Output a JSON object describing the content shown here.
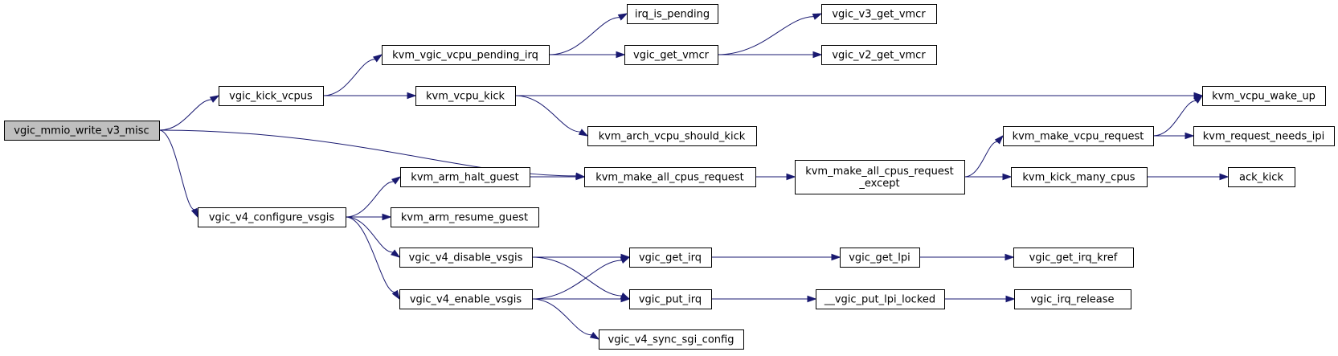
{
  "graph": {
    "colors": {
      "edge": "#191970",
      "node_border": "#000000",
      "node_fill": "#ffffff",
      "root_fill": "#bfbfbf",
      "text": "#000000",
      "background": "#ffffff"
    },
    "nodes": [
      {
        "id": "root",
        "label": [
          "vgic_mmio_write_v3_misc"
        ],
        "root": true
      },
      {
        "id": "kick_vcpus",
        "label": [
          "vgic_kick_vcpus"
        ]
      },
      {
        "id": "configure_vsgis",
        "label": [
          "vgic_v4_configure_vsgis"
        ]
      },
      {
        "id": "pending_irq",
        "label": [
          "kvm_vgic_vcpu_pending_irq"
        ]
      },
      {
        "id": "vcpu_kick",
        "label": [
          "kvm_vcpu_kick"
        ]
      },
      {
        "id": "make_all",
        "label": [
          "kvm_make_all_cpus_request"
        ]
      },
      {
        "id": "halt_guest",
        "label": [
          "kvm_arm_halt_guest"
        ]
      },
      {
        "id": "resume_guest",
        "label": [
          "kvm_arm_resume_guest"
        ]
      },
      {
        "id": "disable_vsgis",
        "label": [
          "vgic_v4_disable_vsgis"
        ]
      },
      {
        "id": "enable_vsgis",
        "label": [
          "vgic_v4_enable_vsgis"
        ]
      },
      {
        "id": "irq_is_pending",
        "label": [
          "irq_is_pending"
        ]
      },
      {
        "id": "get_vmcr",
        "label": [
          "vgic_get_vmcr"
        ]
      },
      {
        "id": "should_kick",
        "label": [
          "kvm_arch_vcpu_should_kick"
        ]
      },
      {
        "id": "get_irq",
        "label": [
          "vgic_get_irq"
        ]
      },
      {
        "id": "put_irq",
        "label": [
          "vgic_put_irq"
        ]
      },
      {
        "id": "sync_sgi",
        "label": [
          "vgic_v4_sync_sgi_config"
        ]
      },
      {
        "id": "v3_vmcr",
        "label": [
          "vgic_v3_get_vmcr"
        ]
      },
      {
        "id": "v2_vmcr",
        "label": [
          "vgic_v2_get_vmcr"
        ]
      },
      {
        "id": "make_except",
        "label": [
          "kvm_make_all_cpus_request",
          "_except"
        ]
      },
      {
        "id": "get_lpi",
        "label": [
          "vgic_get_lpi"
        ]
      },
      {
        "id": "put_lpi",
        "label": [
          "__vgic_put_lpi_locked"
        ]
      },
      {
        "id": "make_vcpu_req",
        "label": [
          "kvm_make_vcpu_request"
        ]
      },
      {
        "id": "kick_many",
        "label": [
          "kvm_kick_many_cpus"
        ]
      },
      {
        "id": "irq_kref",
        "label": [
          "vgic_get_irq_kref"
        ]
      },
      {
        "id": "irq_release",
        "label": [
          "vgic_irq_release"
        ]
      },
      {
        "id": "wake_up",
        "label": [
          "kvm_vcpu_wake_up"
        ]
      },
      {
        "id": "needs_ipi",
        "label": [
          "kvm_request_needs_ipi"
        ]
      },
      {
        "id": "ack_kick",
        "label": [
          "ack_kick"
        ]
      }
    ],
    "edges": [
      {
        "from": "root",
        "to": "kick_vcpus"
      },
      {
        "from": "root",
        "to": "make_all"
      },
      {
        "from": "root",
        "to": "configure_vsgis"
      },
      {
        "from": "kick_vcpus",
        "to": "pending_irq"
      },
      {
        "from": "kick_vcpus",
        "to": "vcpu_kick"
      },
      {
        "from": "pending_irq",
        "to": "irq_is_pending"
      },
      {
        "from": "pending_irq",
        "to": "get_vmcr"
      },
      {
        "from": "get_vmcr",
        "to": "v3_vmcr"
      },
      {
        "from": "get_vmcr",
        "to": "v2_vmcr"
      },
      {
        "from": "vcpu_kick",
        "to": "wake_up"
      },
      {
        "from": "vcpu_kick",
        "to": "should_kick"
      },
      {
        "from": "configure_vsgis",
        "to": "halt_guest"
      },
      {
        "from": "configure_vsgis",
        "to": "resume_guest"
      },
      {
        "from": "configure_vsgis",
        "to": "disable_vsgis"
      },
      {
        "from": "configure_vsgis",
        "to": "enable_vsgis"
      },
      {
        "from": "halt_guest",
        "to": "make_all"
      },
      {
        "from": "make_all",
        "to": "make_except"
      },
      {
        "from": "make_except",
        "to": "make_vcpu_req"
      },
      {
        "from": "make_except",
        "to": "kick_many"
      },
      {
        "from": "make_vcpu_req",
        "to": "wake_up"
      },
      {
        "from": "make_vcpu_req",
        "to": "needs_ipi"
      },
      {
        "from": "kick_many",
        "to": "ack_kick"
      },
      {
        "from": "disable_vsgis",
        "to": "get_irq"
      },
      {
        "from": "disable_vsgis",
        "to": "put_irq"
      },
      {
        "from": "enable_vsgis",
        "to": "get_irq"
      },
      {
        "from": "enable_vsgis",
        "to": "put_irq"
      },
      {
        "from": "enable_vsgis",
        "to": "sync_sgi"
      },
      {
        "from": "get_irq",
        "to": "get_lpi"
      },
      {
        "from": "get_lpi",
        "to": "irq_kref"
      },
      {
        "from": "put_irq",
        "to": "put_lpi"
      },
      {
        "from": "put_lpi",
        "to": "irq_release"
      }
    ]
  }
}
